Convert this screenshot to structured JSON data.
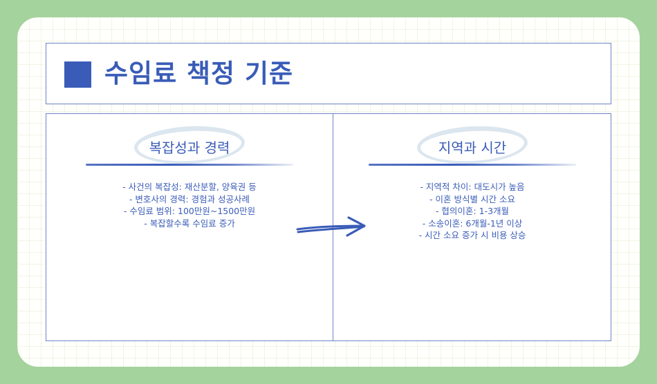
{
  "slide": {
    "title": "수임료 책정 기준",
    "colors": {
      "background": "#a4d39d",
      "accent": "#3a5cb8",
      "border": "#6b84c6",
      "card": "#fffffc"
    },
    "panels": [
      {
        "heading": "복잡성과 경력",
        "items": [
          "- 사건의 복잡성: 재산분할, 양육권 등",
          "- 변호사의 경력: 경험과 성공사례",
          "- 수임료 범위: 100만원~1500만원",
          "- 복잡할수록 수임료 증가"
        ]
      },
      {
        "heading": "지역과 시간",
        "items": [
          "- 지역적 차이: 대도시가 높음",
          "- 이혼 방식별 시간 소요",
          "- 협의이혼: 1-3개월",
          "- 소송이혼: 6개월-1년 이상",
          "- 시간 소요 증가 시 비용 상승"
        ]
      }
    ],
    "arrow_icon": "hand-drawn-right-arrow-icon"
  }
}
